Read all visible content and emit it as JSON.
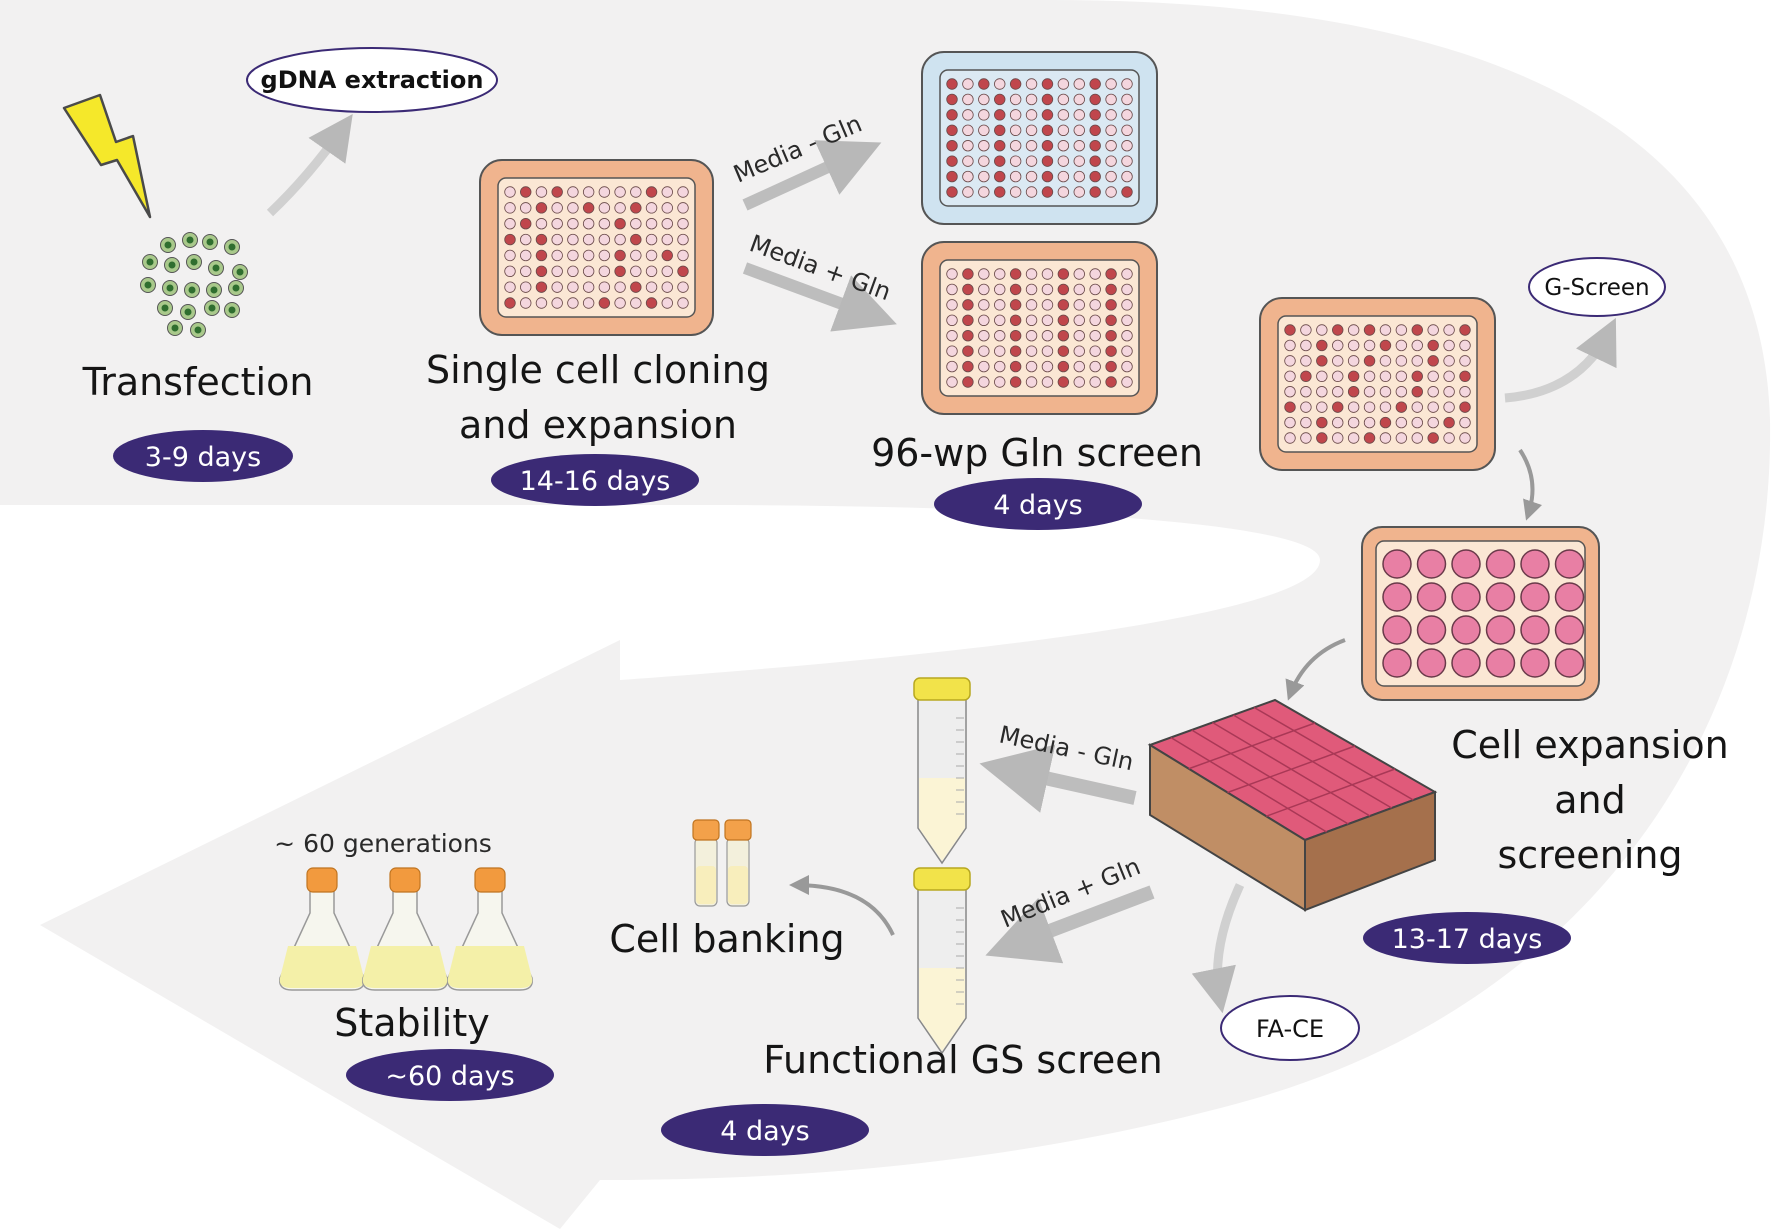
{
  "stages": {
    "transfection": {
      "title": "Transfection",
      "duration": "3-9 days"
    },
    "single_cell": {
      "title_line1": "Single cell cloning",
      "title_line2": "and expansion",
      "duration": "14-16 days"
    },
    "gln_screen": {
      "title": "96-wp Gln screen",
      "duration": "4 days"
    },
    "cell_expansion": {
      "title_line1": "Cell expansion",
      "title_line2": "and",
      "title_line3": "screening",
      "duration": "13-17 days"
    },
    "functional_gs": {
      "title": "Functional GS screen",
      "duration": "4 days"
    },
    "cell_banking": {
      "title": "Cell banking"
    },
    "stability": {
      "title": "Stability",
      "duration": "~60 days",
      "generations": "~ 60 generations"
    }
  },
  "side_assays": {
    "gdna": "gDNA extraction",
    "g_screen": "G-Screen",
    "fa_ce": "FA-CE"
  },
  "conditions": {
    "minus_gln": "Media - Gln",
    "plus_gln": "Media + Gln"
  },
  "colors": {
    "badge": "#3b2a75",
    "plate_frame": "#f0b48e",
    "plate_inner": "#fbe7d4",
    "well_light": "#f4d6de",
    "well_red": "#c0464c",
    "blue_plate": "#cfe3f0",
    "pink_well": "#e87fa4",
    "cell_green": "#2f6e2f",
    "arrow": "#c9c9c9",
    "path_bg": "#f2f1f1"
  }
}
